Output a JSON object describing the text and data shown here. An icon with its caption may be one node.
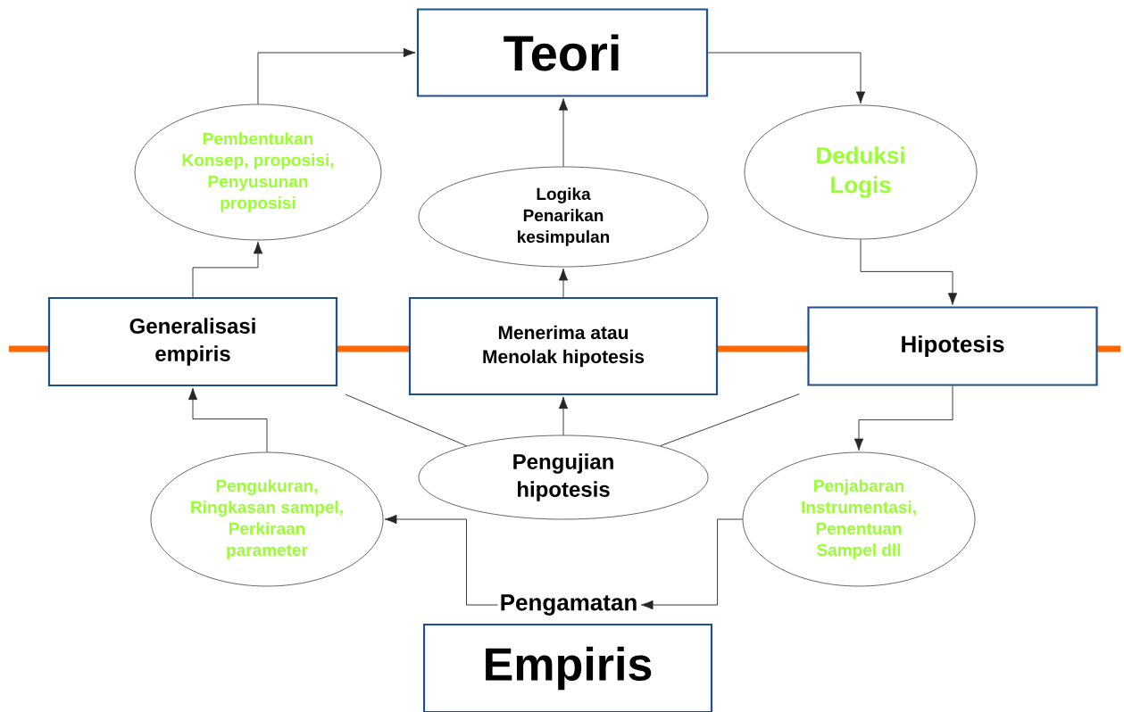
{
  "diagram": {
    "nodes": [
      {
        "text": [
          "Teori"
        ]
      },
      {
        "text": [
          "Pembentukan Konsep, proposisi, Penyusunan proposisi"
        ]
      },
      {
        "text": [
          "Logika Penarikan kesimpulan"
        ]
      },
      {
        "text": [
          "Deduksi Logis"
        ]
      },
      {
        "text": [
          "Generalisasi empiris"
        ]
      },
      {
        "text": [
          "Menerima atau Menolak hipotesis"
        ]
      },
      {
        "text": [
          "Hipotesis"
        ]
      },
      {
        "text": [
          "Pengujian hipotesis"
        ]
      },
      {
        "text": [
          "Pengukuran, Ringkasan sampel, Perkiraan parameter"
        ]
      },
      {
        "text": [
          "Penjabaran Instrumentasi, Penentuan Sampel dll"
        ]
      },
      {
        "text": [
          "Pengamatan"
        ]
      },
      {
        "text": [
          "Empiris"
        ]
      }
    ],
    "edges": [
      {
        "from": 1,
        "to": 0,
        "arrow": "to"
      },
      {
        "from": 0,
        "to": 3,
        "arrow": "to"
      },
      {
        "from": 2,
        "to": 0,
        "arrow": "to"
      },
      {
        "from": 4,
        "to": 1,
        "arrow": "to"
      },
      {
        "from": 5,
        "to": 2,
        "arrow": "to"
      },
      {
        "from": 3,
        "to": 6,
        "arrow": "to"
      },
      {
        "from": 7,
        "to": 5,
        "arrow": "to"
      },
      {
        "from": 4,
        "to": 7,
        "arrow": "none"
      },
      {
        "from": 6,
        "to": 7,
        "arrow": "none"
      },
      {
        "from": 8,
        "to": 4,
        "arrow": "to"
      },
      {
        "from": 6,
        "to": 9,
        "arrow": "to"
      },
      {
        "from": 10,
        "to": 8,
        "arrow": "to"
      },
      {
        "from": 9,
        "to": 10,
        "arrow": "to"
      }
    ]
  }
}
